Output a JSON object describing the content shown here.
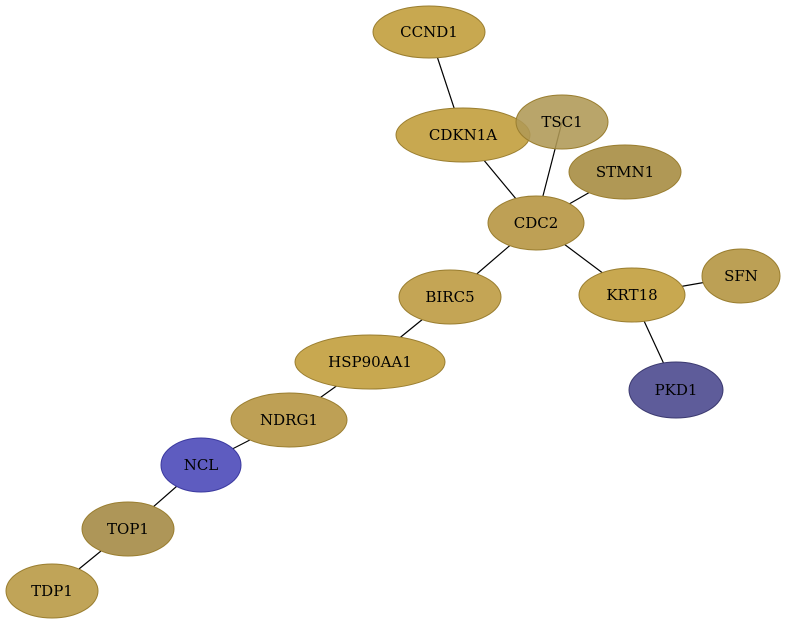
{
  "nodes": [
    {
      "id": "CCND1",
      "label": "CCND1",
      "fill": "#c8a850"
    },
    {
      "id": "CDKN1A",
      "label": "CDKN1A",
      "fill": "#c8a850"
    },
    {
      "id": "TSC1",
      "label": "TSC1",
      "fill": "#af9855"
    },
    {
      "id": "STMN1",
      "label": "STMN1",
      "fill": "#b09855"
    },
    {
      "id": "CDC2",
      "label": "CDC2",
      "fill": "#bea055"
    },
    {
      "id": "SFN",
      "label": "SFN",
      "fill": "#bca055"
    },
    {
      "id": "KRT18",
      "label": "KRT18",
      "fill": "#c8a850"
    },
    {
      "id": "BIRC5",
      "label": "BIRC5",
      "fill": "#c4a555"
    },
    {
      "id": "HSP90AA1",
      "label": "HSP90AA1",
      "fill": "#c8a850"
    },
    {
      "id": "PKD1",
      "label": "PKD1",
      "fill": "#5e5c9a"
    },
    {
      "id": "NDRG1",
      "label": "NDRG1",
      "fill": "#bea055"
    },
    {
      "id": "NCL",
      "label": "NCL",
      "fill": "#5e5cc0"
    },
    {
      "id": "TOP1",
      "label": "TOP1",
      "fill": "#ae9658"
    },
    {
      "id": "TDP1",
      "label": "TDP1",
      "fill": "#c0a458"
    }
  ],
  "edges": [
    [
      "CCND1",
      "CDKN1A"
    ],
    [
      "CDKN1A",
      "CDC2"
    ],
    [
      "TSC1",
      "CDC2"
    ],
    [
      "STMN1",
      "CDC2"
    ],
    [
      "CDC2",
      "BIRC5"
    ],
    [
      "CDC2",
      "KRT18"
    ],
    [
      "KRT18",
      "SFN"
    ],
    [
      "KRT18",
      "PKD1"
    ],
    [
      "BIRC5",
      "HSP90AA1"
    ],
    [
      "HSP90AA1",
      "NDRG1"
    ],
    [
      "NDRG1",
      "NCL"
    ],
    [
      "NCL",
      "TOP1"
    ],
    [
      "TOP1",
      "TDP1"
    ]
  ]
}
